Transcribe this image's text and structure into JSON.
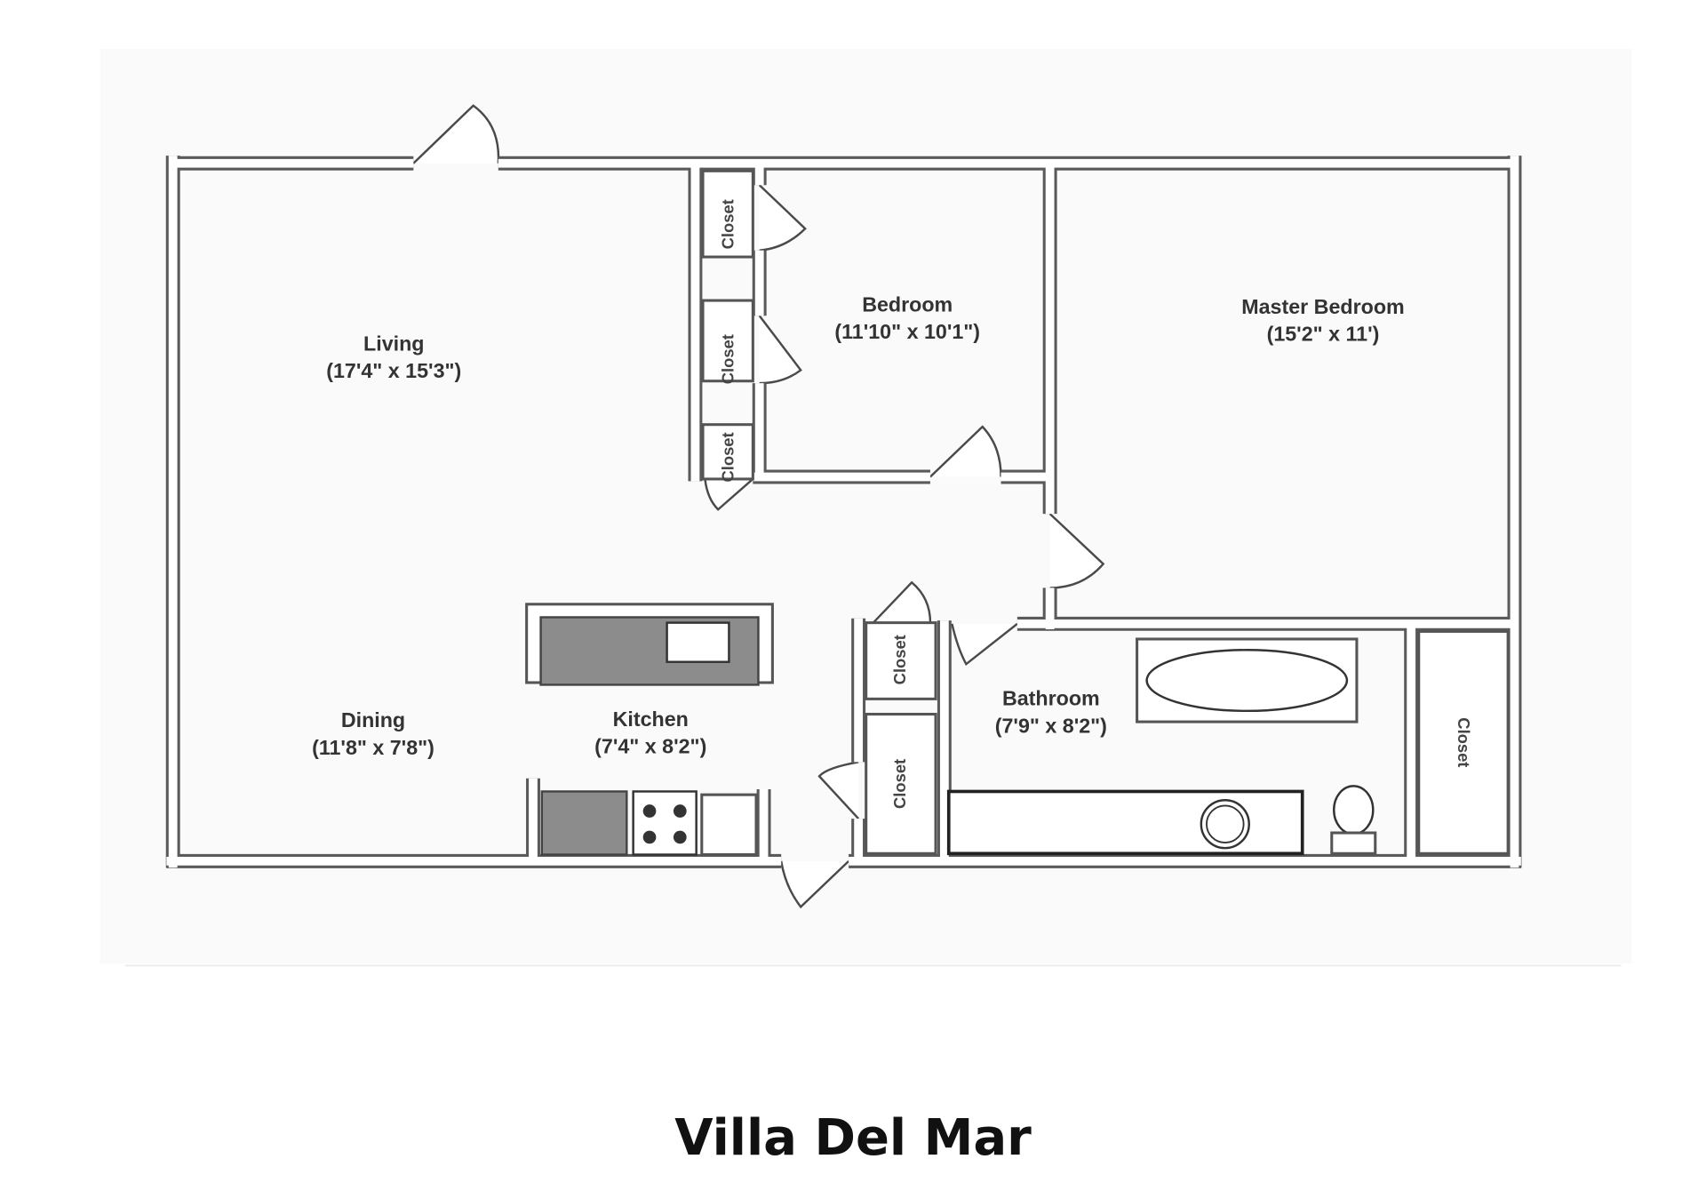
{
  "title": "Villa Del Mar",
  "rooms": [
    {
      "name": "Living",
      "dims": "(17'4\" x 15'3\")"
    },
    {
      "name": "Bedroom",
      "dims": "(11'10\" x 10'1\")"
    },
    {
      "name": "Master Bedroom",
      "dims": "(15'2\" x 11')"
    },
    {
      "name": "Dining",
      "dims": "(11'8\" x 7'8\")"
    },
    {
      "name": "Kitchen",
      "dims": "(7'4\" x 8'2\")"
    },
    {
      "name": "Bathroom",
      "dims": "(7'9\" x 8'2\")"
    }
  ],
  "closet_label": "Closet",
  "colors": {
    "wall": "#5a5a5a",
    "counter": "#8c8c8c",
    "background": "#fafafa"
  }
}
